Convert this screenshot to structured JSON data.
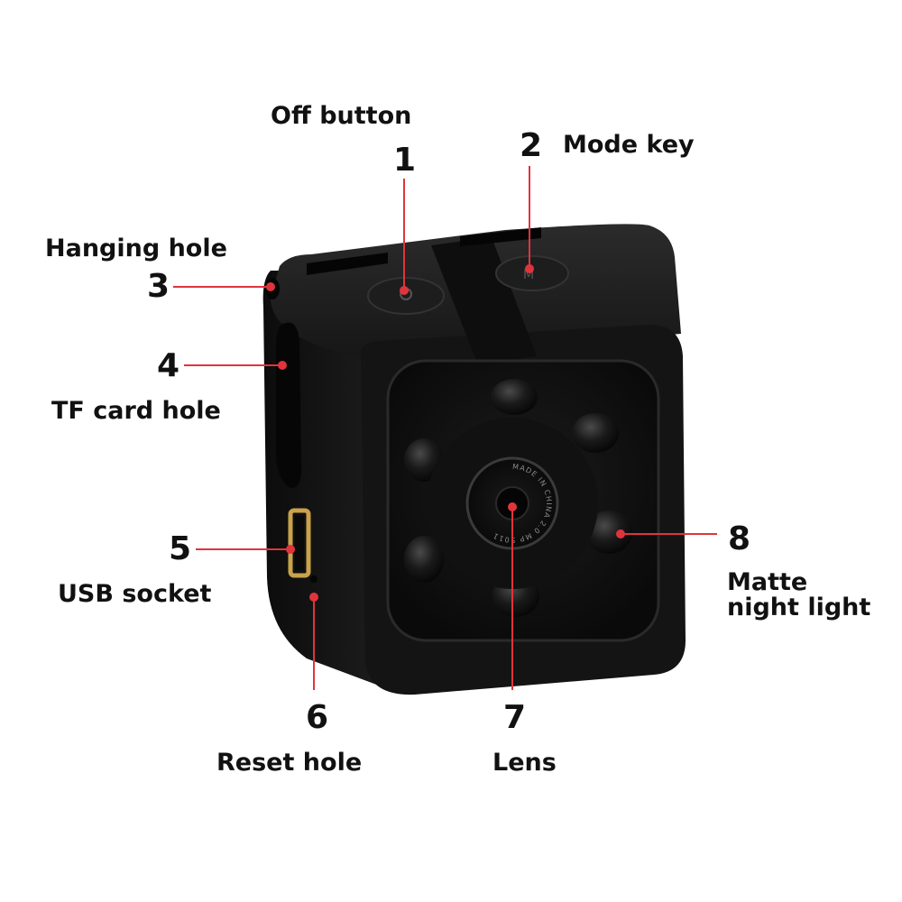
{
  "colors": {
    "leader": "#e0343c",
    "body": "#121212",
    "body_edge": "#2a2a2a",
    "front_plate": "#060606",
    "usb": "#c9a24a"
  },
  "callouts": [
    {
      "number": "1",
      "label": "Off button"
    },
    {
      "number": "2",
      "label": "Mode key"
    },
    {
      "number": "3",
      "label": "Hanging hole"
    },
    {
      "number": "4",
      "label": "TF card hole"
    },
    {
      "number": "5",
      "label": "USB socket"
    },
    {
      "number": "6",
      "label": "Reset hole"
    },
    {
      "number": "7",
      "label": "Lens"
    },
    {
      "number": "8",
      "label": "Matte",
      "label2": "night light"
    }
  ],
  "lens_ring_text": "MADE IN CHINA 2.0 MP 5011"
}
